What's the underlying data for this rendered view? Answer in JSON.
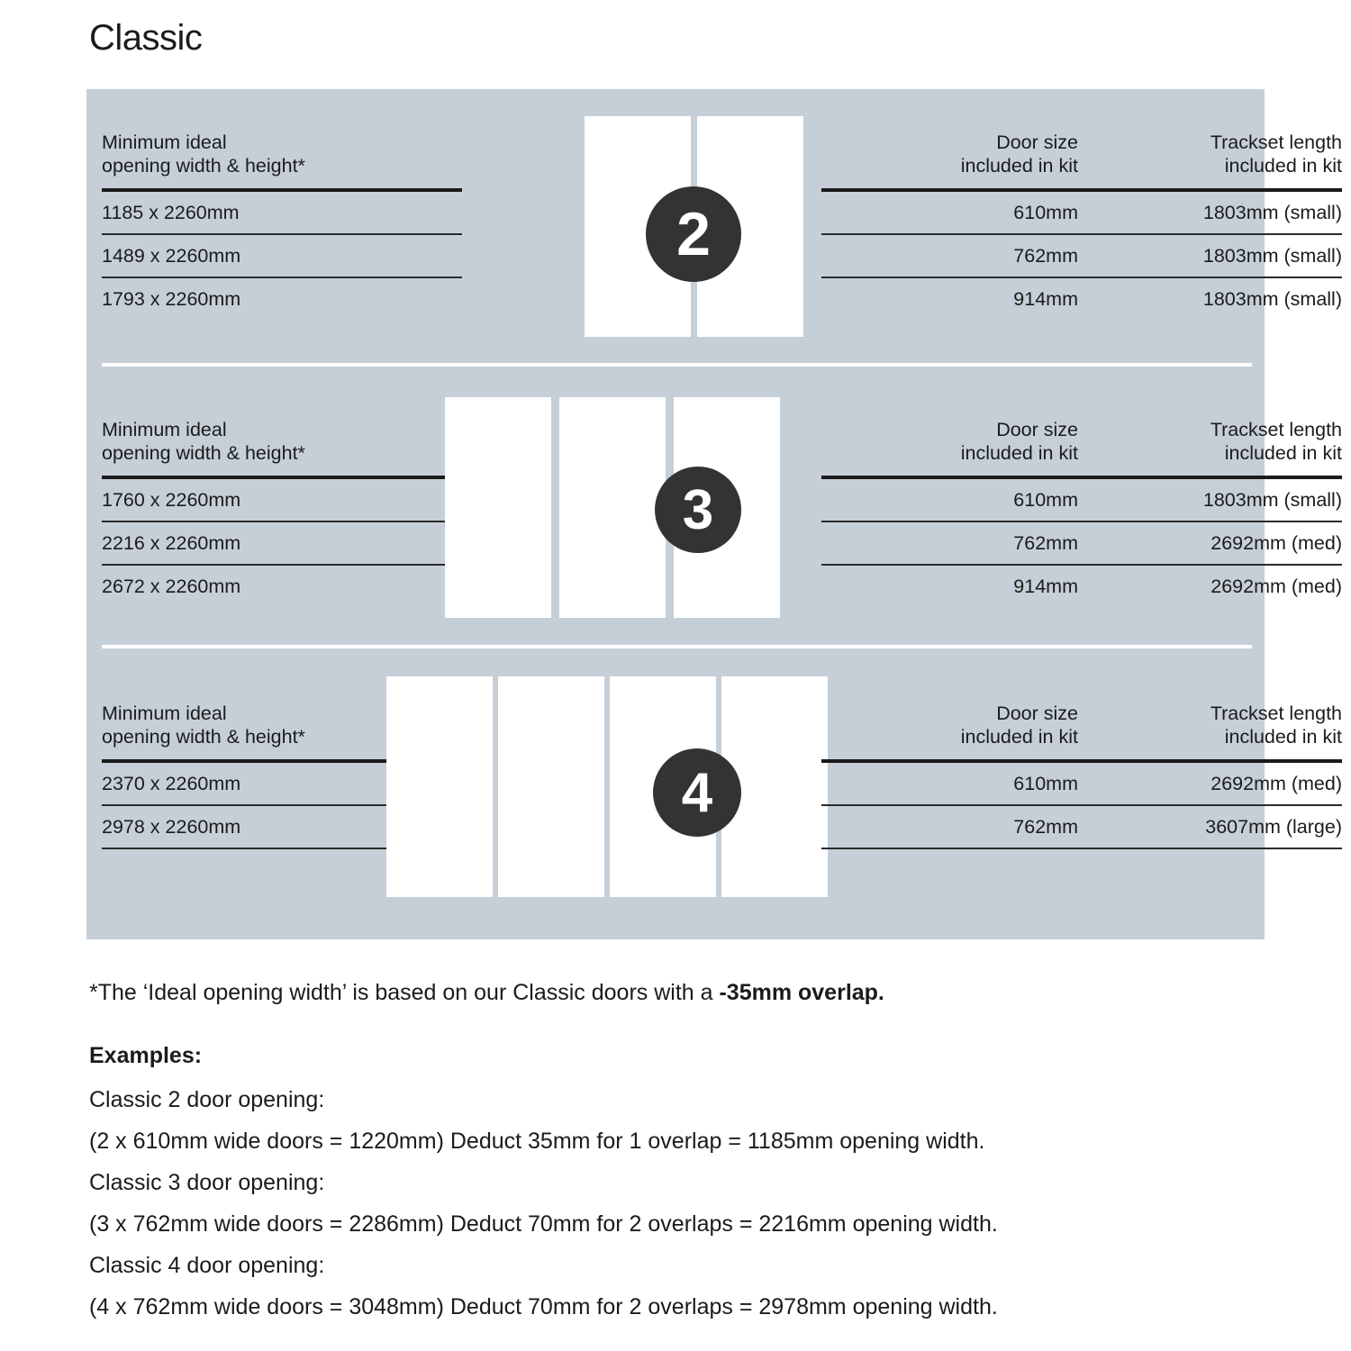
{
  "title": "Classic",
  "colors": {
    "panel_bg": "#c6cfd8",
    "badge_bg": "#333333",
    "door_fill": "#ffffff",
    "rule": "#1b1b1b",
    "text": "#1b1b1b"
  },
  "sections": [
    {
      "badge": "2",
      "door_count": 2,
      "left": {
        "header_line1": "Minimum ideal",
        "header_line2": "opening width & height*",
        "rows": [
          "1185 x 2260mm",
          "1489 x 2260mm",
          "1793 x 2260mm"
        ]
      },
      "right": {
        "header_door_line1": "Door size",
        "header_door_line2": "included in kit",
        "header_track_line1": "Trackset length",
        "header_track_line2": "included in kit",
        "rows": [
          {
            "door_size": "610mm",
            "trackset": "1803mm (small)"
          },
          {
            "door_size": "762mm",
            "trackset": "1803mm (small)"
          },
          {
            "door_size": "914mm",
            "trackset": "1803mm (small)"
          }
        ]
      }
    },
    {
      "badge": "3",
      "door_count": 3,
      "left": {
        "header_line1": "Minimum ideal",
        "header_line2": "opening width & height*",
        "rows": [
          "1760 x 2260mm",
          "2216 x 2260mm",
          "2672 x 2260mm"
        ]
      },
      "right": {
        "header_door_line1": "Door size",
        "header_door_line2": "included in kit",
        "header_track_line1": "Trackset length",
        "header_track_line2": "included in kit",
        "rows": [
          {
            "door_size": "610mm",
            "trackset": "1803mm (small)"
          },
          {
            "door_size": "762mm",
            "trackset": "2692mm (med)"
          },
          {
            "door_size": "914mm",
            "trackset": "2692mm (med)"
          }
        ]
      }
    },
    {
      "badge": "4",
      "door_count": 4,
      "left": {
        "header_line1": "Minimum ideal",
        "header_line2": "opening width & height*",
        "rows": [
          "2370 x 2260mm",
          "2978 x 2260mm"
        ]
      },
      "right": {
        "header_door_line1": "Door size",
        "header_door_line2": "included in kit",
        "header_track_line1": "Trackset length",
        "header_track_line2": "included in kit",
        "rows": [
          {
            "door_size": "610mm",
            "trackset": "2692mm (med)"
          },
          {
            "door_size": "762mm",
            "trackset": "3607mm (large)"
          }
        ]
      }
    }
  ],
  "footer": {
    "note_plain": "*The ‘Ideal opening width’ is based on our Classic doors with a ",
    "note_bold": "-35mm overlap.",
    "examples_label": "Examples:",
    "lines": [
      "Classic 2 door opening:",
      "(2 x 610mm wide doors = 1220mm)  Deduct 35mm for 1 overlap = 1185mm opening width.",
      "Classic 3 door opening:",
      "(3 x 762mm wide doors = 2286mm)  Deduct 70mm for 2 overlaps = 2216mm opening width.",
      "Classic 4 door opening:",
      "(4 x 762mm wide doors = 3048mm)  Deduct 70mm for 2 overlaps = 2978mm opening width."
    ]
  }
}
